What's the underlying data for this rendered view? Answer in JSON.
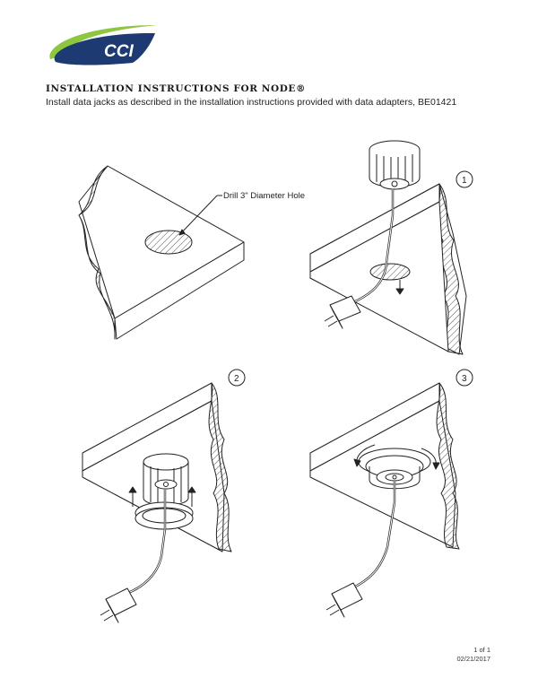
{
  "brand": {
    "logo_text": "CCI",
    "colors": {
      "green": "#8dc63f",
      "navy": "#1e3a73"
    }
  },
  "header": {
    "title": "INSTALLATION INSTRUCTIONS FOR NODE®",
    "subtitle": "Install data jacks as described in the installation instructions provided with data adapters, BE01421"
  },
  "figures": {
    "drill": {
      "label": "Drill 3\" Diameter Hole"
    },
    "steps": [
      {
        "number": "1"
      },
      {
        "number": "2"
      },
      {
        "number": "3"
      }
    ]
  },
  "footer": {
    "page": "1 of 1",
    "date": "02/21/2017"
  }
}
